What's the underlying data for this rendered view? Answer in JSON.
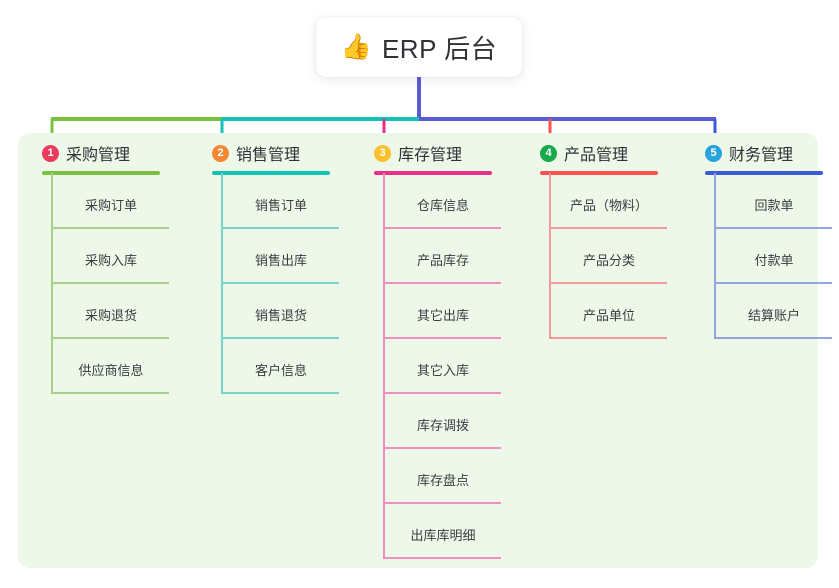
{
  "root": {
    "icon": "thumbs-up-emoji",
    "emoji": "👍",
    "title": "ERP 后台"
  },
  "palette": {
    "panel_background": "#eef8e9",
    "page_background": "#ffffff",
    "text": "#2f3237",
    "root_card_background": "#ffffff"
  },
  "connectors": {
    "trunk_color": "#5b5bd6",
    "segments": [
      {
        "color": "#7ac143"
      },
      {
        "color": "#13c2b5"
      },
      {
        "color": "#5b5bd6"
      }
    ]
  },
  "columns": [
    {
      "number": "1",
      "title": "采购管理",
      "badge_color": "#ea3b5c",
      "line_color": "#7ac143",
      "leaf_line_color": "#a8d08d",
      "items": [
        "采购订单",
        "采购入库",
        "采购退货",
        "供应商信息"
      ]
    },
    {
      "number": "2",
      "title": "销售管理",
      "badge_color": "#f58634",
      "line_color": "#13c2b5",
      "leaf_line_color": "#76d6cd",
      "items": [
        "销售订单",
        "销售出库",
        "销售退货",
        "客户信息"
      ]
    },
    {
      "number": "3",
      "title": "库存管理",
      "badge_color": "#fbc02d",
      "line_color": "#e8308a",
      "leaf_line_color": "#f08fbe",
      "items": [
        "仓库信息",
        "产品库存",
        "其它出库",
        "其它入库",
        "库存调拨",
        "库存盘点",
        "出库库明细"
      ]
    },
    {
      "number": "4",
      "title": "产品管理",
      "badge_color": "#18a94b",
      "line_color": "#fa5252",
      "leaf_line_color": "#f49a9a",
      "items": [
        "产品（物料）",
        "产品分类",
        "产品单位"
      ]
    },
    {
      "number": "5",
      "title": "财务管理",
      "badge_color": "#29a3e0",
      "line_color": "#3b5bd6",
      "leaf_line_color": "#92a7e0",
      "items": [
        "回款单",
        "付款单",
        "结算账户"
      ]
    }
  ]
}
